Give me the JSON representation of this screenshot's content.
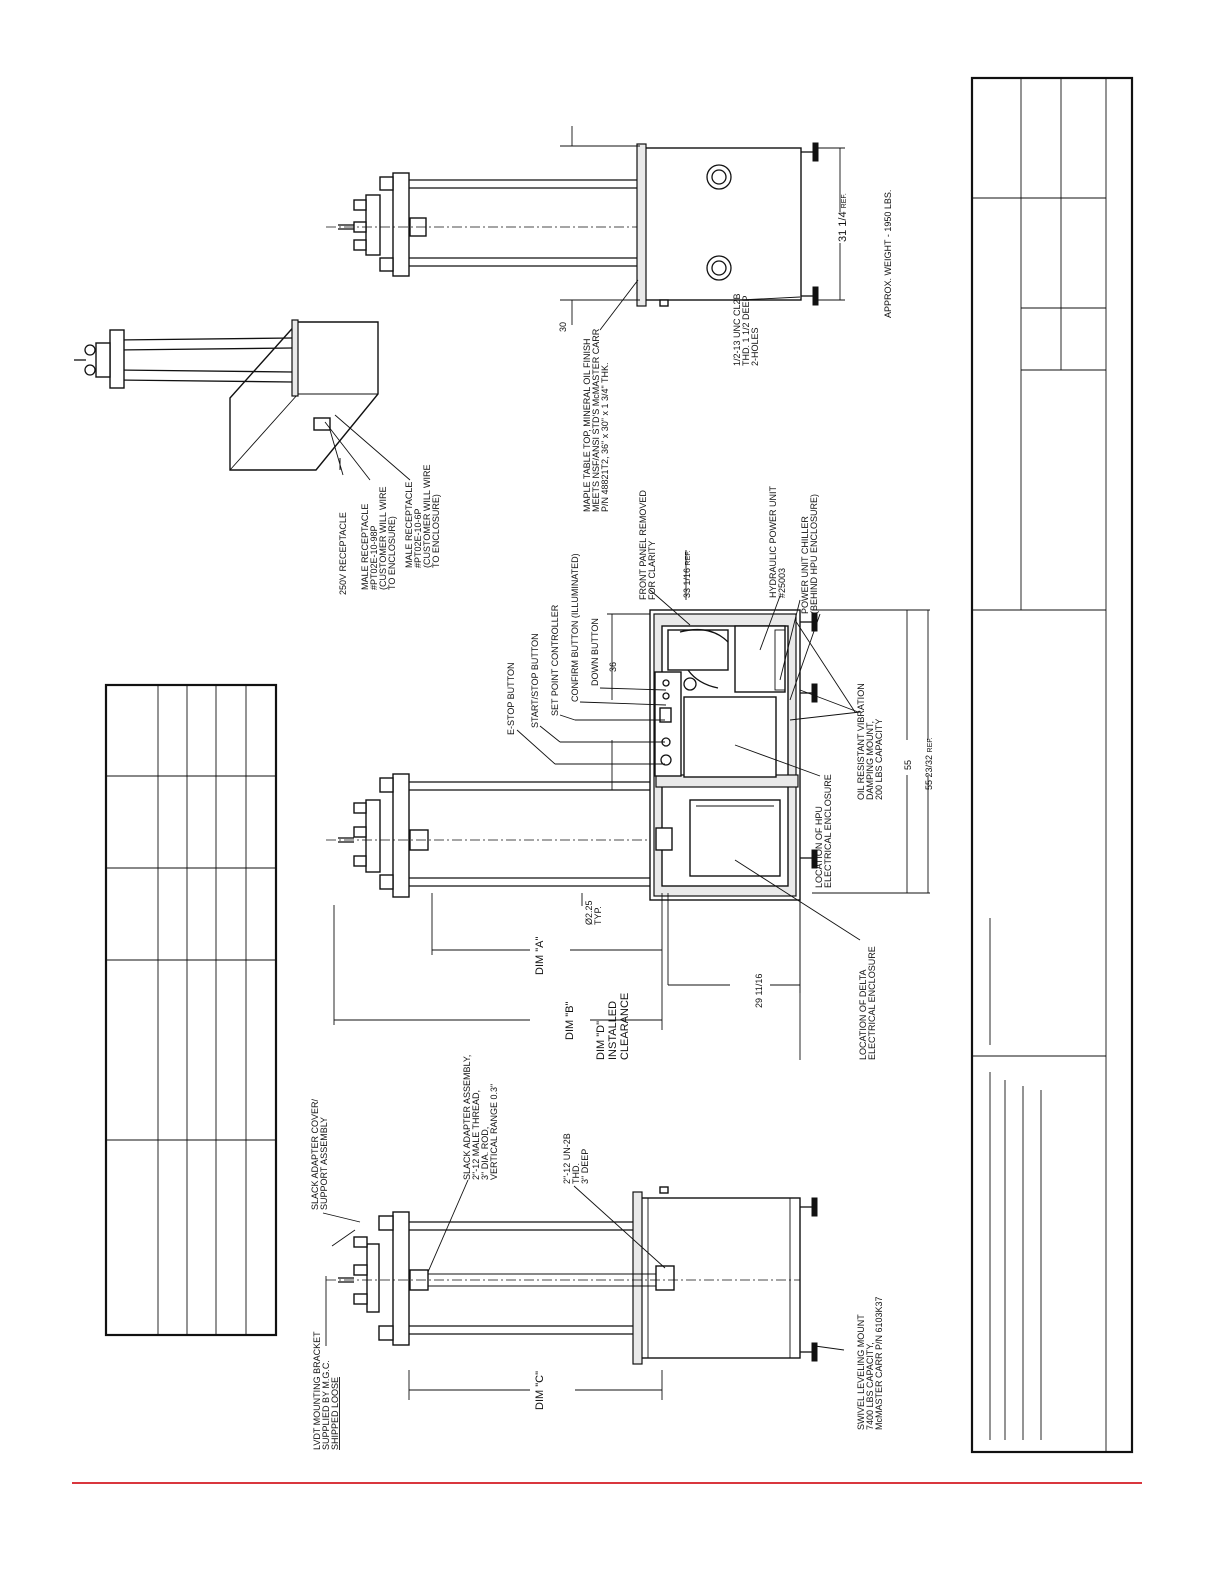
{
  "colors": {
    "rule": "#d9363e",
    "ink": "#111111"
  },
  "labels": {
    "lvdt_bracket": [
      "LVDT MOUNTING BRACKET",
      "SUPPLIED BY M.G.C.",
      "SHIPPED LOOSE"
    ],
    "slack_cover": [
      "SLACK ADAPTER COVER/",
      "SUPPORT ASSEMBLY"
    ],
    "slack_assembly": [
      "SLACK ADAPTER ASSEMBLY,",
      "2\"-12 MALE THREAD,",
      "3\" DIA. ROD,",
      "VERTICAL RANGE 0.3\""
    ],
    "thread": [
      "2\"-12 UN-2B",
      "THD.",
      "3\" DEEP"
    ],
    "swivel_mount": [
      "SWIVEL LEVELING MOUNT",
      "7400 LBS CAPACITY,",
      "McMASTER CARR P/N 6103K37"
    ],
    "dim_c": "DIM \"C\"",
    "dim_a": "DIM \"A\"",
    "dim_b": "DIM \"B\"",
    "dim_d": [
      "DIM \"D\"",
      "INSTALLED",
      "CLEARANCE"
    ],
    "typ": [
      "Ø2.25",
      "TYP."
    ],
    "estop": "E-STOP BUTTON",
    "startstop": "START/STOP BUTTON",
    "setpoint": "SET POINT CONTROLLER",
    "confirm": "CONFIRM BUTTON (ILLUMINATED)",
    "down": "DOWN BUTTON",
    "front_panel": [
      "FRONT PANEL REMOVED",
      "FOR CLARITY"
    ],
    "hpu": [
      "HYDRAULIC POWER UNIT",
      "#25003"
    ],
    "chiller": [
      "POWER UNIT CHILLER",
      "(BEHIND HPU ENCLOSURE)"
    ],
    "dim_36": "36",
    "dim_33": "33 1/16",
    "ref": "REF.",
    "dim_29": "29 11/16",
    "dim_55": "55",
    "dim_55b": "55 23/32",
    "hpu_enclosure": [
      "LOCATION OF HPU",
      "ELECTRICAL ENCLOSURE"
    ],
    "delta_enclosure": [
      "LOCATION OF DELTA",
      "ELECTRICAL ENCLOSURE"
    ],
    "vibration_mount": [
      "OIL RESISTANT VIBRATION",
      "DAMPING MOUNT,",
      "200 LBS CAPACITY"
    ],
    "receptacle_250v": "250V RECEPTACLE",
    "male_receptacle_1": [
      "MALE RECEPTACLE",
      "#PT02E-10-98P",
      "(CUSTOMER WILL WIRE",
      "TO ENCLOSURE)"
    ],
    "male_receptacle_2": [
      "MALE RECEPTACLE",
      "#PT02E-10-6P",
      "(CUSTOMER WILL WIRE",
      "TO ENCLOSURE)"
    ],
    "maple_top": [
      "MAPLE TABLE TOP, MINERAL OIL FINISH",
      "MEETS NSF/ANSI STD'S McMASTER CARR",
      "P/N 48821T2, 36\" x 30\" x 1 3/4\" THK."
    ],
    "tap_holes": [
      "1/2-13 UNC CL2B",
      "THD. 1 1/2 DEEP",
      "2-HOLES"
    ],
    "dim_30": "30",
    "dim_31": "31 1/4",
    "weight": "APPROX. WEIGHT - 1950 LBS."
  }
}
